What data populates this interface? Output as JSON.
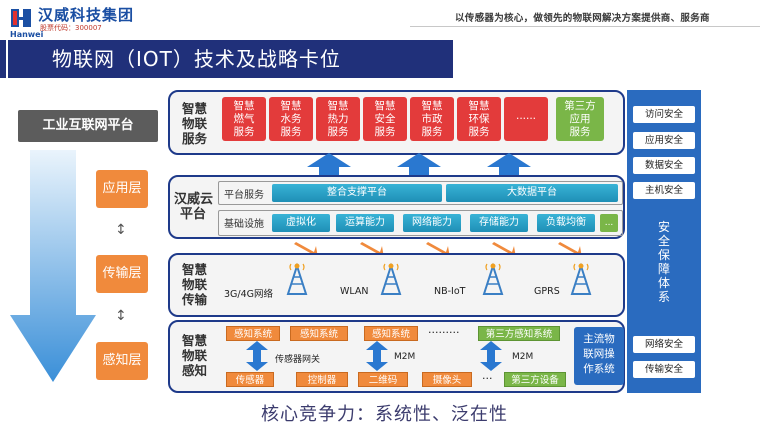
{
  "header": {
    "logo_name": "汉威科技集团",
    "logo_en": "Hanwei",
    "stock": "股票代码：300007",
    "slogan": "以传感器为核心，做领先的物联网解决方案提供商、服务商"
  },
  "title": "物联网（IOT）技术及战略卡位",
  "left": {
    "platform": "工业互联网平台",
    "layers": [
      "应用层",
      "传输层",
      "感知层"
    ]
  },
  "panels": {
    "service": {
      "label": [
        "智慧",
        "物联",
        "服务"
      ],
      "items": [
        [
          "智慧",
          "燃气",
          "服务"
        ],
        [
          "智慧",
          "水务",
          "服务"
        ],
        [
          "智慧",
          "热力",
          "服务"
        ],
        [
          "智慧",
          "安全",
          "服务"
        ],
        [
          "智慧",
          "市政",
          "服务"
        ],
        [
          "智慧",
          "环保",
          "服务"
        ],
        [
          "......"
        ]
      ],
      "third": [
        "第三方",
        "应用",
        "服务"
      ]
    },
    "cloud": {
      "label": [
        "汉威云",
        "平台"
      ],
      "platform_title": "平台服务",
      "platform_bars": [
        "整合支撑平台",
        "大数据平台"
      ],
      "infra_title": "基础设施",
      "infra_bars": [
        "虚拟化",
        "运算能力",
        "网络能力",
        "存储能力",
        "负载均衡",
        "..."
      ]
    },
    "transport": {
      "label": [
        "智慧",
        "物联",
        "传输"
      ],
      "networks": [
        "3G/4G网络",
        "WLAN",
        "NB-IoT",
        "GPRS"
      ]
    },
    "sense": {
      "label": [
        "智慧",
        "物联",
        "感知"
      ],
      "top_row": [
        "感知系统",
        "感知系统",
        "感知系统",
        "第三方感知系统"
      ],
      "dots": "·········",
      "mid_labels": [
        "传感器网关",
        "M2M",
        "M2M"
      ],
      "bottom_row": [
        "传感器",
        "控制器",
        "二维码",
        "摄像头",
        "第三方设备"
      ],
      "bottom_dots": "···",
      "os": [
        "主流物",
        "联网操",
        "作系统"
      ]
    }
  },
  "security": {
    "items_top": [
      "访问安全",
      "应用安全",
      "数据安全",
      "主机安全"
    ],
    "vertical": [
      "安",
      "全",
      "保",
      "障",
      "体",
      "系"
    ],
    "items_bottom": [
      "网络安全",
      "传输安全"
    ]
  },
  "footer": "核心竞争力：系统性、泛在性",
  "colors": {
    "navy": "#20307a",
    "red": "#e33b3b",
    "green": "#7ab648",
    "orange": "#f08a3c",
    "cyan": "#38b3d6",
    "blue": "#2a6bbf"
  }
}
